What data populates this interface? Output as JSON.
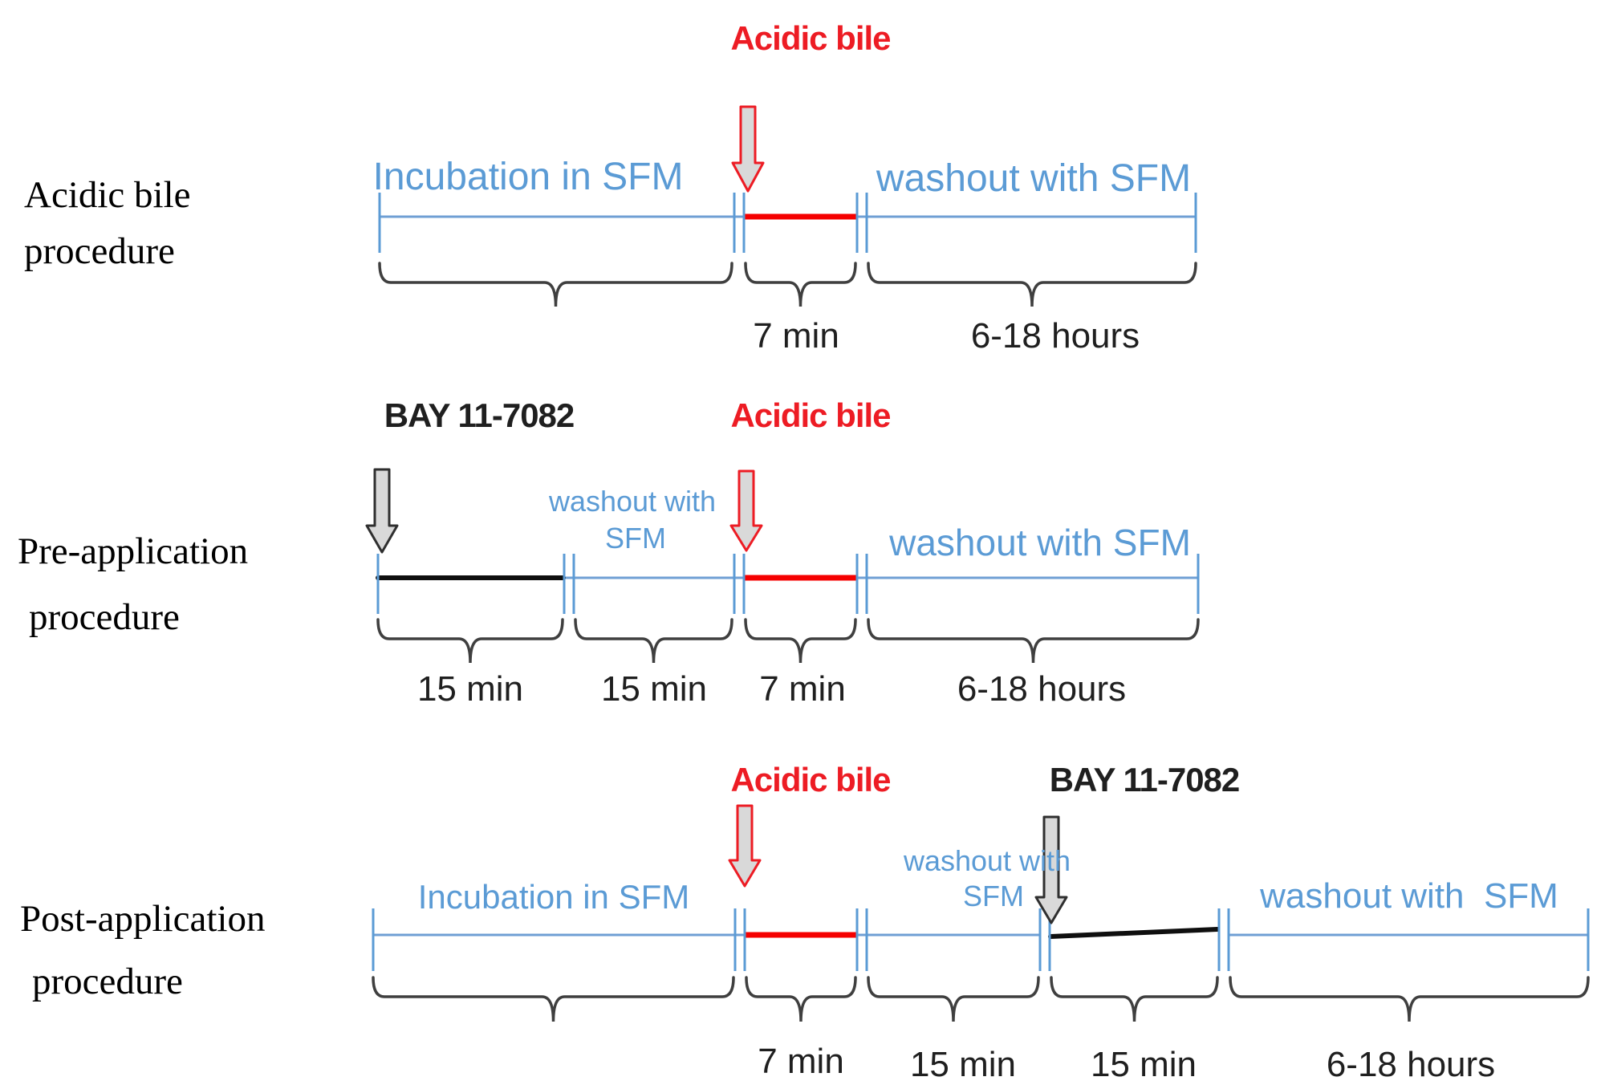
{
  "colors": {
    "blue_text": "#5b9bd5",
    "blue_line": "#6f9fd4",
    "blue_tick": "#5b9bd5",
    "red": "#ed1c24",
    "red_segment": "#f50000",
    "black_segment": "#0f0f0f",
    "arrow_fill": "#d9d9d9",
    "gray_arrow_stroke": "#2f2f2f",
    "brace": "#3f3f3f"
  },
  "rows": [
    {
      "side_label": [
        "Acidic bile",
        "procedure"
      ],
      "acidic_bile": "Acidic bile",
      "incubation": "Incubation in SFM",
      "washout": "washout with SFM",
      "times": [
        "7 min",
        "6-18 hours"
      ]
    },
    {
      "side_label": [
        "Pre-application",
        "procedure"
      ],
      "bay": "BAY 11-7082",
      "acidic_bile": "Acidic bile",
      "washout_small": [
        "washout with",
        "SFM"
      ],
      "washout": "washout with SFM",
      "times": [
        "15 min",
        "15 min",
        "7 min",
        "6-18 hours"
      ]
    },
    {
      "side_label": [
        "Post-application",
        "procedure"
      ],
      "acidic_bile": "Acidic bile",
      "bay": "BAY 11-7082",
      "incubation": "Incubation in SFM",
      "washout_small": [
        "washout with",
        "SFM"
      ],
      "washout": "washout with  SFM",
      "times": [
        "7 min",
        "15 min",
        "15 min",
        "6-18 hours"
      ]
    }
  ]
}
